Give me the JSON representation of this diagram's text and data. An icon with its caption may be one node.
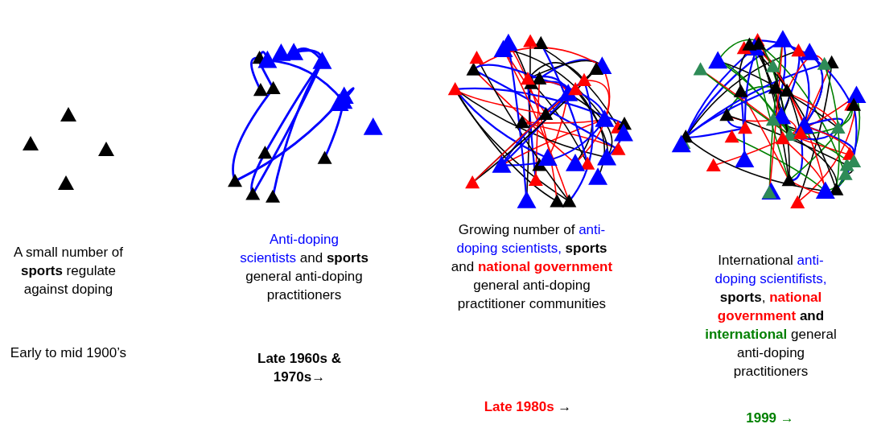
{
  "diagram": {
    "labels": [
      "A small number of **sports** regulate against doping",
      "Early to mid 1900’s",
      "Anti-doping scientists and **sports** general anti-doping practitioners",
      "Late 1960s & 1970s→",
      "Growing number of anti-doping scientists, **sports** and **national government** general anti-doping practitioner communities",
      "Late 1980s →",
      "International anti-doping scientifists, **sports**, **national government and international** general anti-doping practitioners",
      "1999 →"
    ]
  }
}
